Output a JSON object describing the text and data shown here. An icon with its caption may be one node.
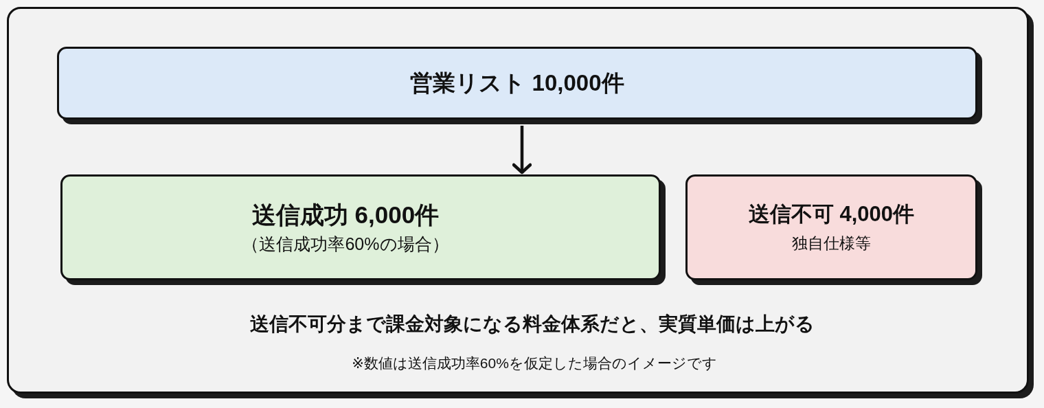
{
  "diagram": {
    "nodes": [
      {
        "text": [
          "営業リスト 10,000件"
        ]
      },
      {
        "text": [
          "送信成功 6,000件",
          "（送信成功率60%の場合）"
        ]
      },
      {
        "text": [
          "送信不可 4,000件",
          "独自仕様等"
        ]
      }
    ],
    "edges": [
      {
        "from": 0,
        "to": 1,
        "arrow": "to"
      }
    ],
    "labels": [
      "送信不可分まで課金対象になる料金体系だと、実質単価は上がる",
      "※数値は送信成功率60%を仮定した場合のイメージです"
    ]
  }
}
